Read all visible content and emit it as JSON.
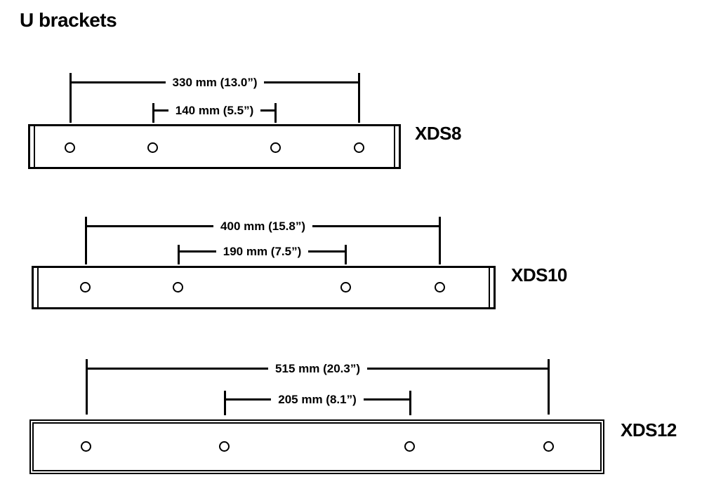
{
  "page": {
    "title": "U brackets"
  },
  "brackets": [
    {
      "model": "XDS8",
      "outer_dim": "330 mm (13.0”)",
      "inner_dim": "140 mm (5.5”)",
      "holes": 4
    },
    {
      "model": "XDS10",
      "outer_dim": "400 mm (15.8”)",
      "inner_dim": "190 mm (7.5”)",
      "holes": 4
    },
    {
      "model": "XDS12",
      "outer_dim": "515 mm (20.3”)",
      "inner_dim": "205 mm (8.1”)",
      "holes": 4
    }
  ]
}
